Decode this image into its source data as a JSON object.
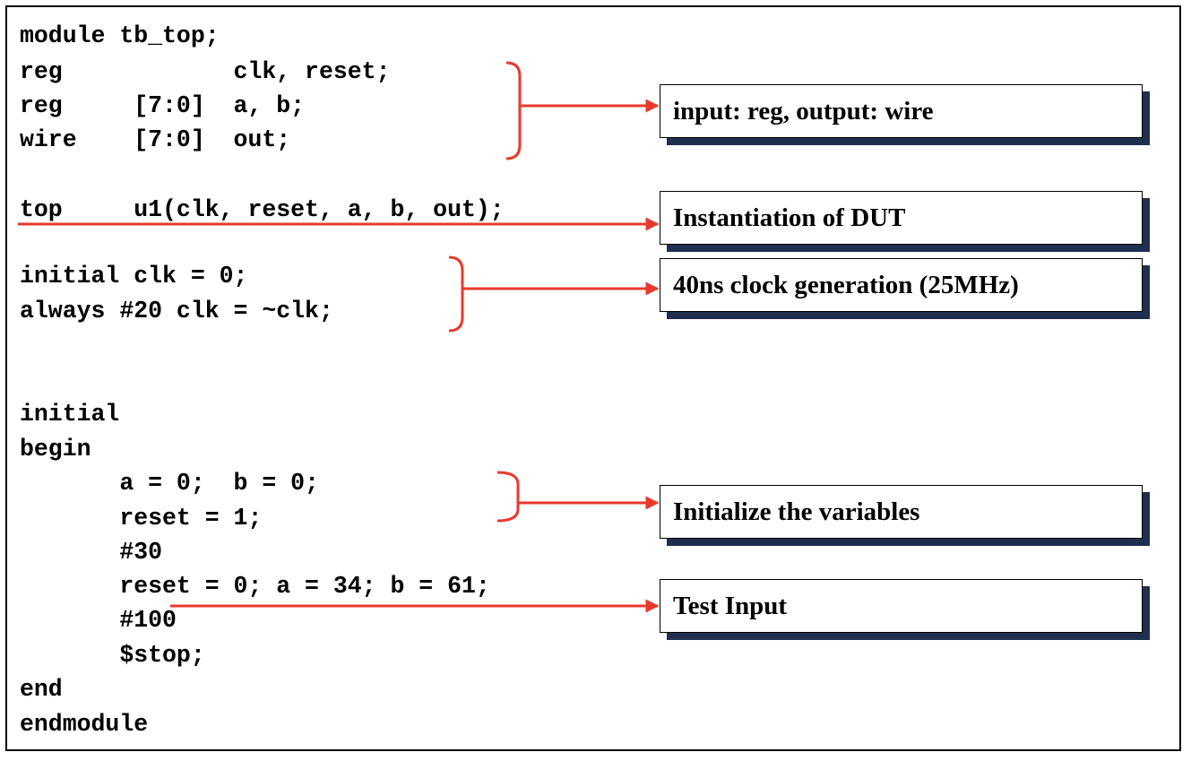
{
  "code_lines": [
    "module tb_top;",
    "reg            clk, reset;",
    "reg     [7:0]  a, b;",
    "wire    [7:0]  out;",
    "top     u1(clk, reset, a, b, out);",
    "initial clk = 0;",
    "always #20 clk = ~clk;",
    "initial",
    "begin",
    "       a = 0;  b = 0;",
    "       reset = 1;",
    "       #30",
    "       reset = 0; a = 34; b = 61;",
    "       #100",
    "       $stop;",
    "end",
    "endmodule"
  ],
  "callouts": [
    "input: reg, output: wire",
    "Instantiation of DUT",
    "40ns clock generation (25MHz)",
    "Initialize the variables",
    "Test Input"
  ],
  "colors": {
    "arrow": "#e8392c",
    "shadow": "#1f2f4f",
    "frame": "#000000"
  }
}
